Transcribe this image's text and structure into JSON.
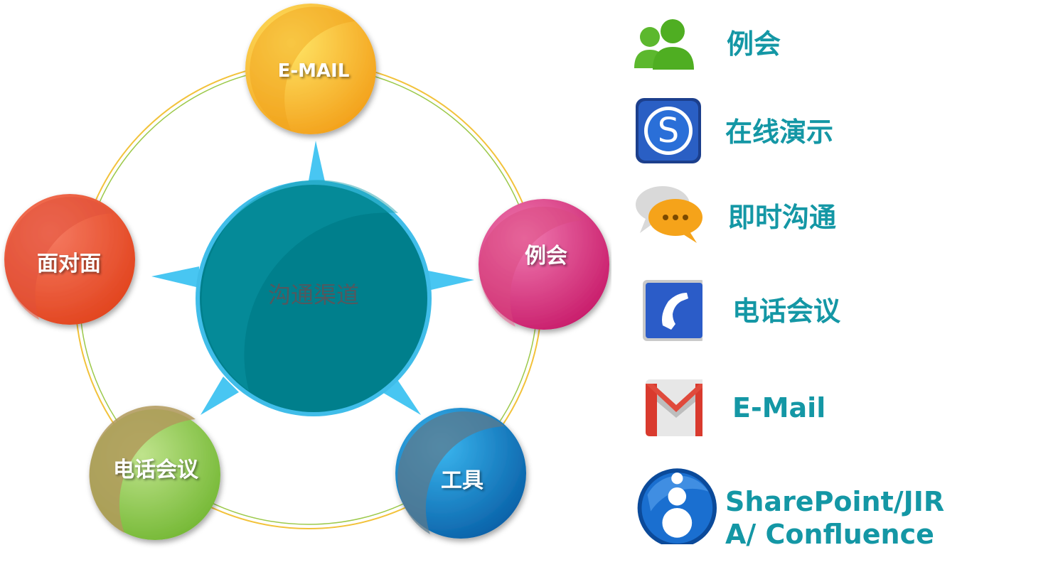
{
  "diagram": {
    "center_label": "沟通渠道",
    "nodes": [
      {
        "label": "E-MAIL"
      },
      {
        "label": "例会"
      },
      {
        "label": "工具"
      },
      {
        "label": "电话会议"
      },
      {
        "label": "面对面"
      }
    ]
  },
  "tools_list": {
    "items": [
      {
        "icon": "people-icon",
        "label": "例会"
      },
      {
        "icon": "skype-icon",
        "label": "在线演示"
      },
      {
        "icon": "chat-bubbles-icon",
        "label": "即时沟通"
      },
      {
        "icon": "phone-icon",
        "label": "电话会议"
      },
      {
        "icon": "gmail-icon",
        "label": "E-Mail"
      },
      {
        "icon": "sharepoint-icon",
        "label_line1": "SharePoint/JIR",
        "label_line2": "A/ Confluence"
      }
    ]
  },
  "colors": {
    "accent_text": "#1497a5",
    "center_circle": "#007f8c",
    "node_email": "#f8c12b",
    "node_meeting": "#dc3f85",
    "node_tools": "#1683c9",
    "node_phone": "#8fc84a",
    "node_face": "#ec5a3a",
    "spike": "#48c6f2"
  }
}
